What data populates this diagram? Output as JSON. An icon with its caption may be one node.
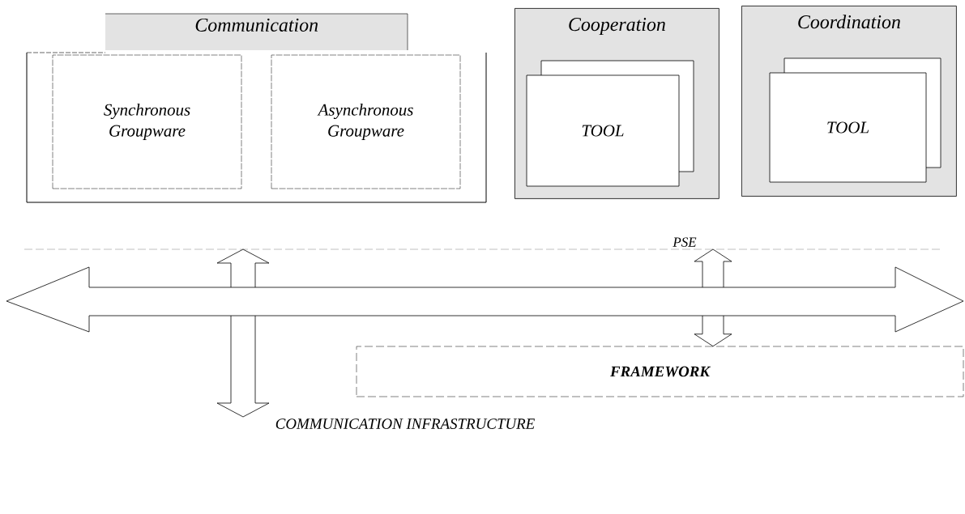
{
  "diagram": {
    "nodes": [
      {
        "text": [
          "Communication"
        ]
      },
      {
        "text": [
          "Synchronous Groupware"
        ],
        "in": 0
      },
      {
        "text": [
          "Asynchronous Groupware"
        ],
        "in": 0
      },
      {
        "text": [
          "Cooperation"
        ]
      },
      {
        "text": [
          "TOOL"
        ],
        "in": 3
      },
      {
        "text": [
          "Coordination"
        ]
      },
      {
        "text": [
          "TOOL"
        ],
        "in": 5
      },
      {
        "text": [
          "PSE"
        ]
      },
      {
        "text": [
          "FRAMEWORK"
        ]
      },
      {
        "text": [
          "COMMUNICATION INFRASTRUCTURE"
        ]
      }
    ],
    "edges": [
      {
        "from": 7,
        "to": 9,
        "arrow": "both"
      },
      {
        "from": 7,
        "to": 8,
        "arrow": "both"
      }
    ]
  }
}
